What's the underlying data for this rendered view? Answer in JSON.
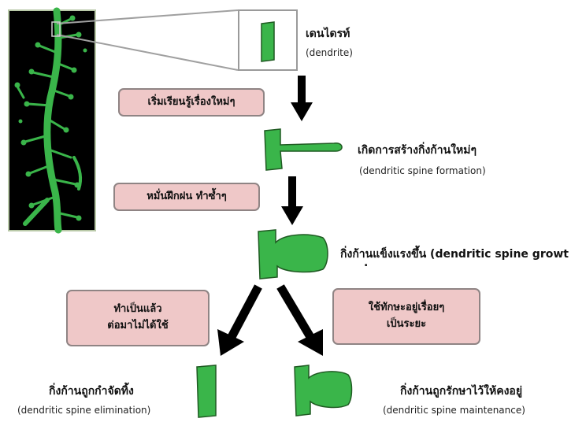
{
  "colors": {
    "spine_green": "#3ab54a",
    "spine_outline": "#1f5a22",
    "box_fill": "#efc8c8",
    "box_border": "#8f8484",
    "arrow": "#000000"
  },
  "stages": {
    "dendrite": {
      "th": "เดนไดรท์",
      "en": "(dendrite)"
    },
    "formation": {
      "th": "เกิดการสร้างกิ่งก้านใหม่ๆ",
      "en": "(dendritic spine formation)"
    },
    "growth": {
      "th": "กิ่งก้านแข็งแรงขึ้น (dendritic spine  growt",
      "dot": "."
    },
    "elimination": {
      "th": "กิ่งก้านถูกกำจัดทิ้ง",
      "en": "(dendritic spine elimination)"
    },
    "maintenance": {
      "th": "กิ่งก้านถูกรักษาไว้ให้คงอยู่",
      "en": "(dendritic spine maintenance)"
    }
  },
  "actions": {
    "learn": "เริ่มเรียนรู้เรื่องใหม่ๆ",
    "practice": "หมั่นฝึกฝน ทำซ้ำๆ",
    "disuse_line1": "ทำเป็นแล้ว",
    "disuse_line2": "ต่อมาไม่ได้ใช้",
    "use_line1": "ใช้ทักษะอยู่เรื่อยๆ",
    "use_line2": "เป็นระยะ"
  }
}
